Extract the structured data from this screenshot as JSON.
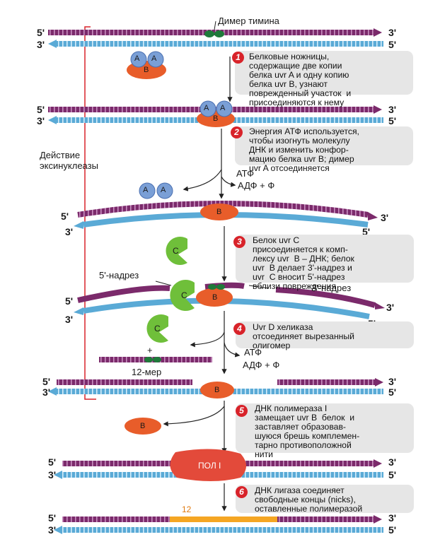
{
  "colors": {
    "strand_top": "#7b2a6b",
    "strand_bottom": "#5aaad6",
    "protein_a": "#7a9fd6",
    "protein_b": "#e85d2a",
    "protein_c": "#6fbf3a",
    "pol_i": "#e34a3a",
    "dimer": "#1f7a3a",
    "step_number": "#d8232a",
    "repair_patch": "#f5a623"
  },
  "title_label": "Димер тимина",
  "side_label": "Действие\nэксинуклеазы",
  "strand_ends": {
    "five": "5'",
    "three": "3'"
  },
  "proteins": {
    "a": "A",
    "b": "B",
    "c": "C",
    "pol": "ПОЛ I"
  },
  "steps": [
    {
      "number": "1",
      "text": "Белковые ножницы,\nсодержащие две копии\nбелка uvr A и одну копию\nбелка uvr B, узнают\nповрежденный участок  и\nприсоединяются к нему"
    },
    {
      "number": "2",
      "text": "Энергия АТФ используется,\nчтобы изогнуть молекулу\nДНК и изменить конфор-\nмацию белка uvr B; димер\nuvr A отсоединяется"
    },
    {
      "number": "3",
      "text": "Белок uvr C\nприсоединяется к комп-\nлексу uvr  B – ДНК; белок\nuvr  B делает 3'-надрез и\nuvr  C вносит 5'-надрез\nвблизи повреждения"
    },
    {
      "number": "4",
      "text": "Uvr D хеликаза\nотсоединяет вырезанный\nолигомер"
    },
    {
      "number": "5",
      "text": "ДНК полимераза I\nзамещает uvr B  белок  и\nзаставляет образовав-\nшуюся брешь комплемен-\nтарно противоположной\nнити"
    },
    {
      "number": "6",
      "text": "ДНК лигаза соединяет\nсвободные концы (nicks),\nоставленные полимеразой"
    }
  ],
  "energy": [
    {
      "atp": "АТФ",
      "adp": "АДФ + Ф"
    },
    {
      "atp": "АТФ",
      "adp": "АДФ + Ф"
    }
  ],
  "nick_labels": {
    "five": "5'-надрез",
    "three": "3'-надрез"
  },
  "plus_sign": "+",
  "oligomer_label": "12-мер",
  "patch_label": "12"
}
